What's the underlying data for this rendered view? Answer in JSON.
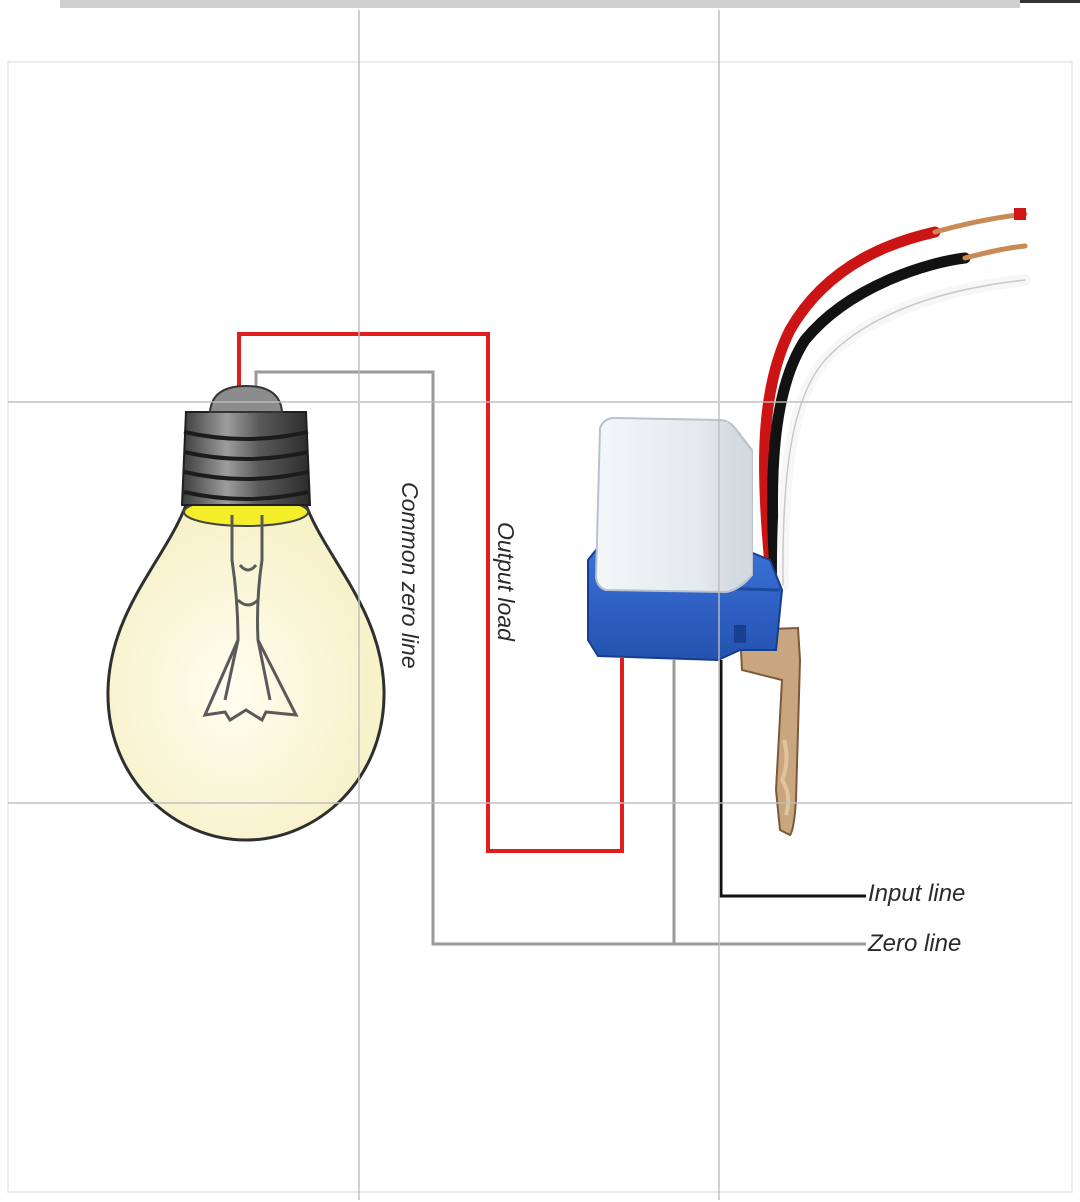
{
  "labels": {
    "common_zero_line": "Common zero line",
    "output_load": "Output load",
    "input_line": "Input line",
    "zero_line": "Zero line"
  },
  "components": {
    "bulb": "light-bulb-icon",
    "sensor": "photocell-switch-icon"
  },
  "colors": {
    "live_wire": "#e01e1e",
    "neutral_wire": "#9a9a9a",
    "input_wire": "#111111",
    "sensor_body": "#2f63c8",
    "sensor_cap": "#e8eef2",
    "bulb_glass": "#fbf7d6",
    "bulb_glow": "#f5ee2a"
  }
}
